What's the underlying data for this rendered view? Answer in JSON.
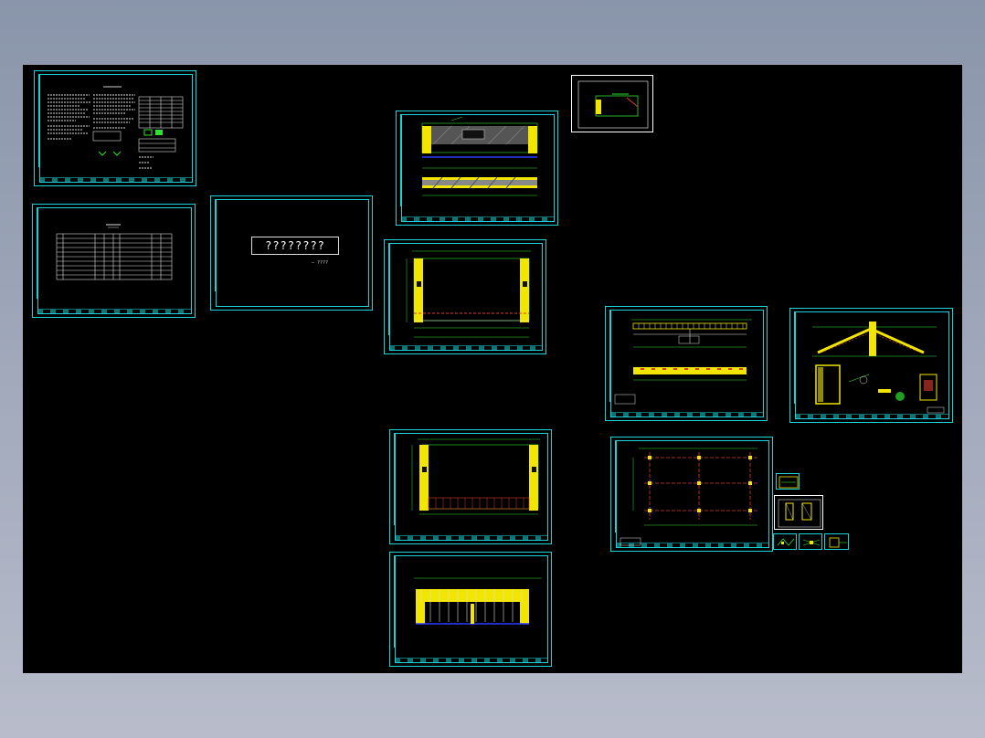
{
  "canvas": {
    "background": "#000000",
    "frame_color": "#18d4d8"
  },
  "cover_sheet": {
    "title": "????????",
    "subtitle": "— ????"
  },
  "sheets": [
    {
      "id": "design-notes"
    },
    {
      "id": "drawing-index"
    },
    {
      "id": "cover"
    },
    {
      "id": "detail-small"
    },
    {
      "id": "elevation-1"
    },
    {
      "id": "plan-1"
    },
    {
      "id": "plan-2"
    },
    {
      "id": "elevation-2"
    },
    {
      "id": "structure-elevation"
    },
    {
      "id": "roof-detail"
    },
    {
      "id": "column-grid-plan"
    }
  ],
  "colors": {
    "yellow": "#f2e600",
    "green": "#31e131",
    "red": "#e23a2a",
    "blue": "#2b3cff",
    "white": "#ffffff"
  }
}
